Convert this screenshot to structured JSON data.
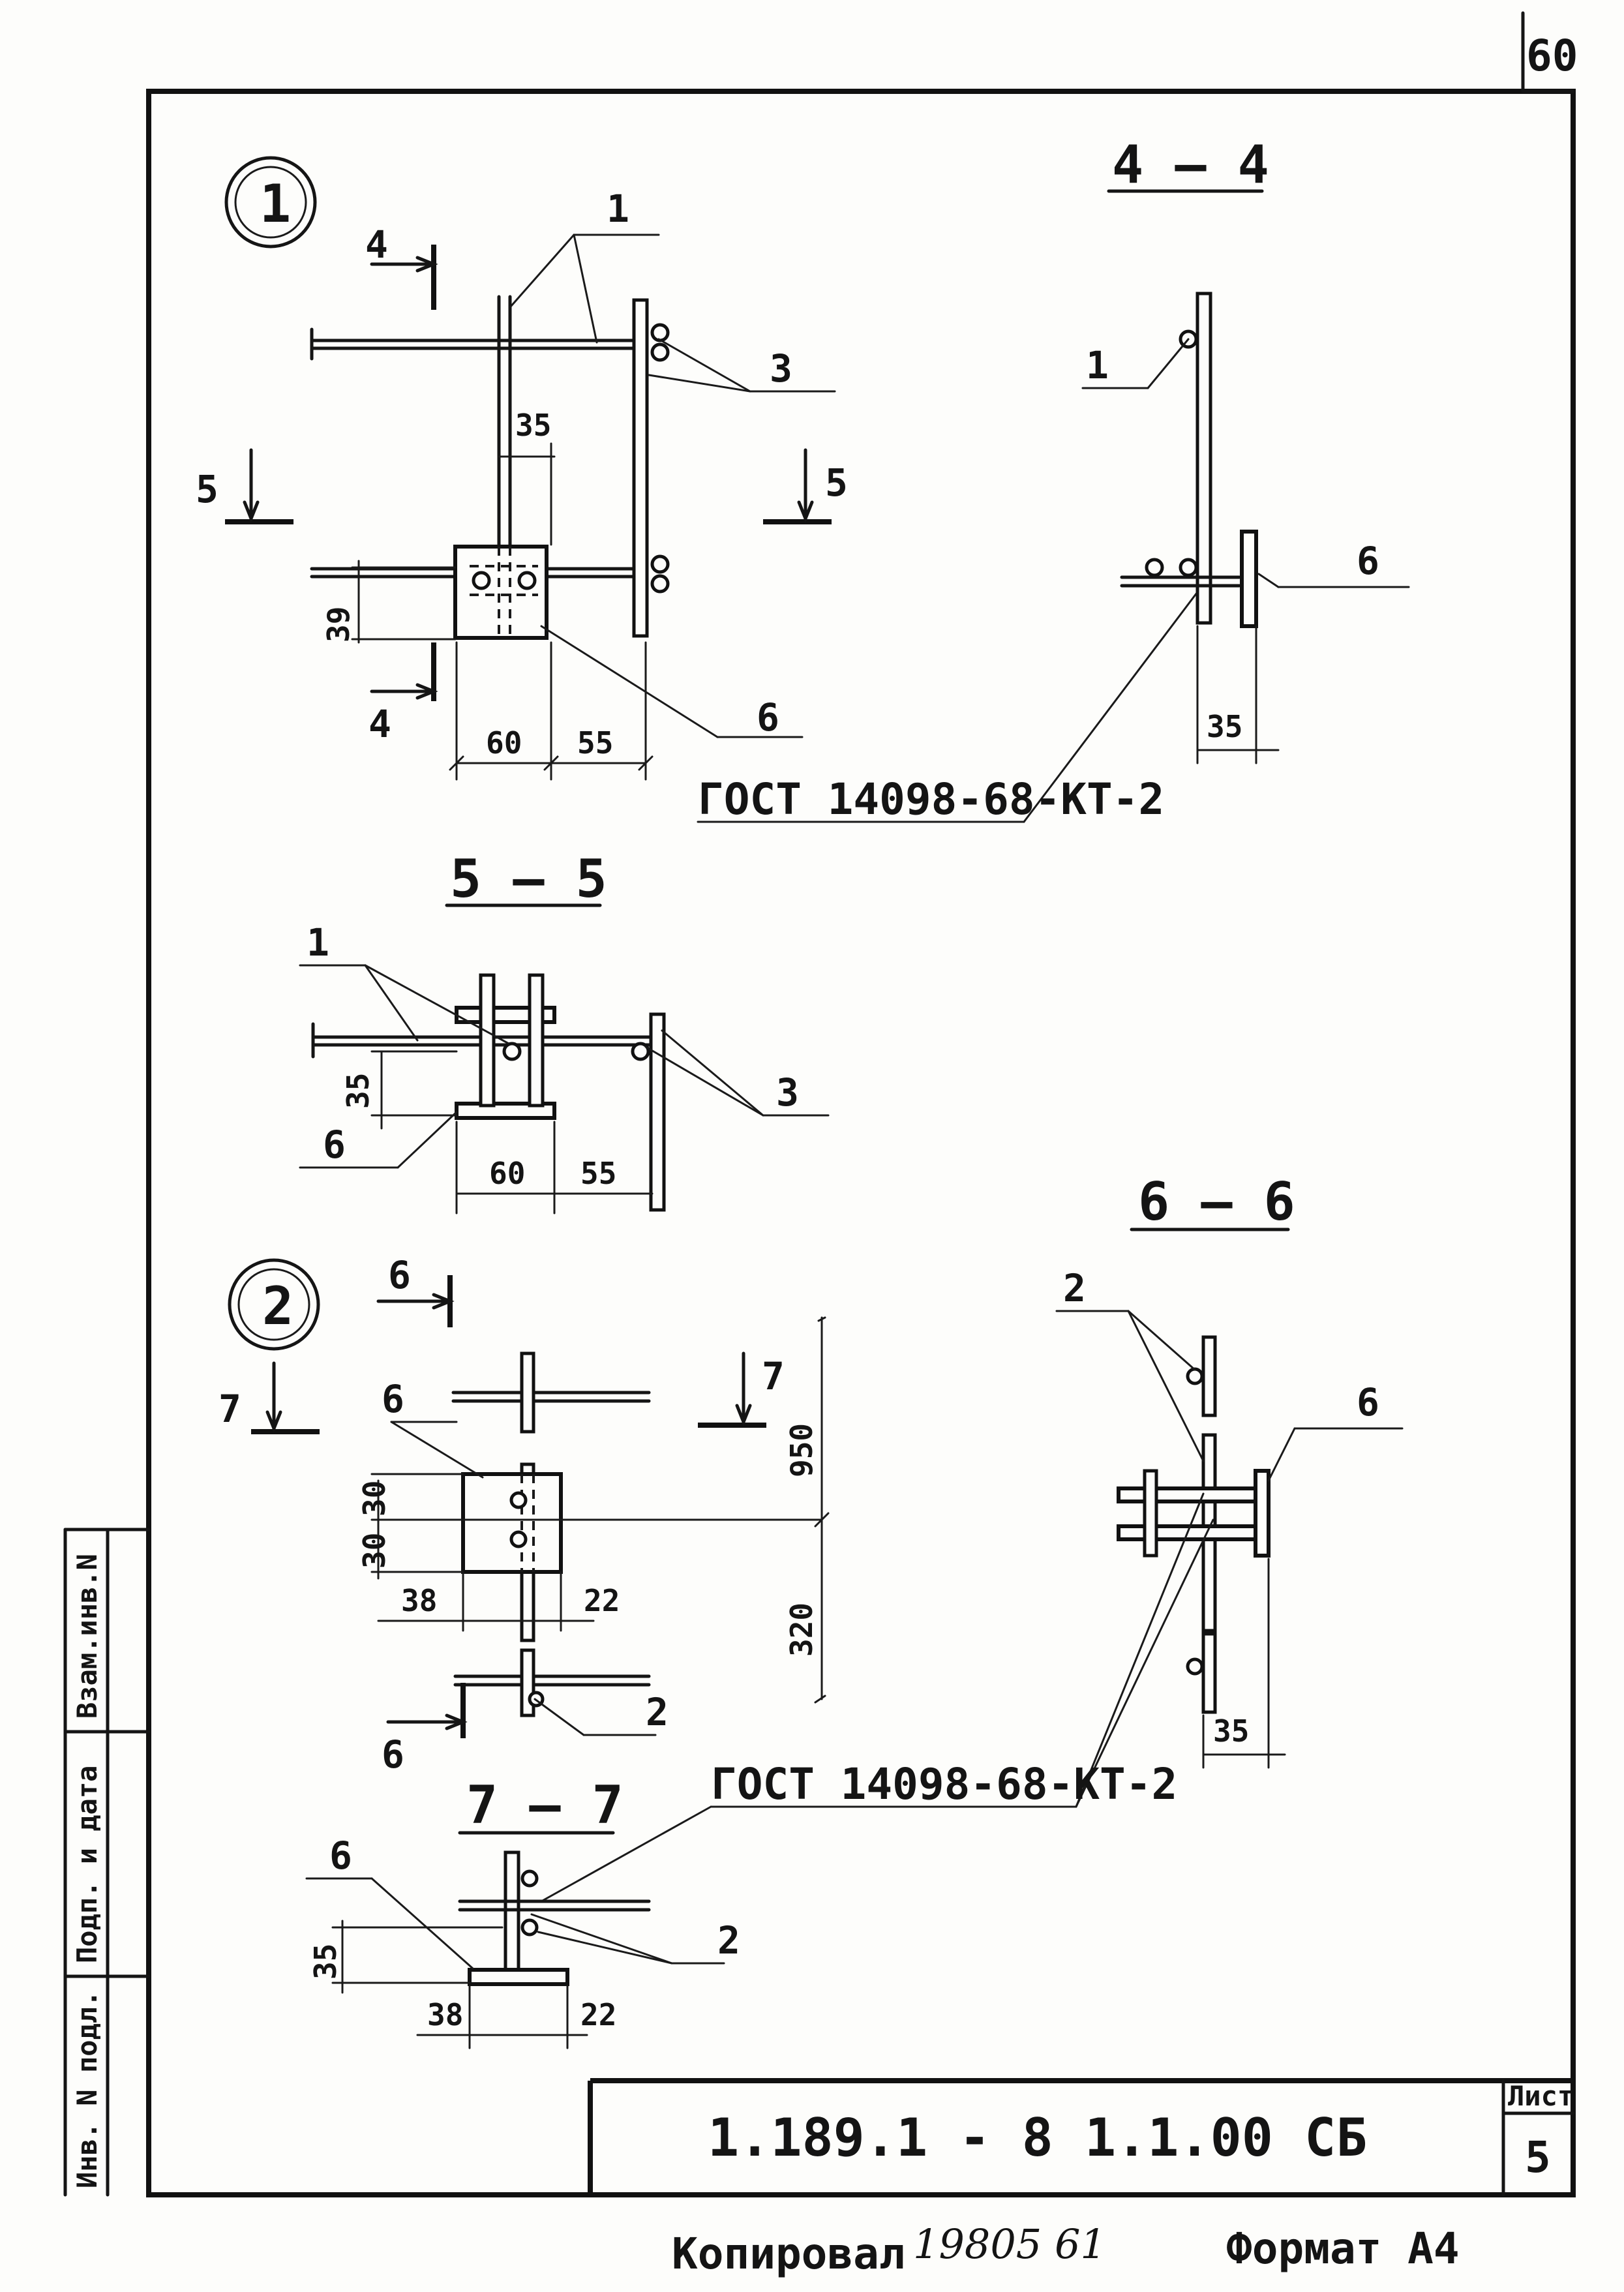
{
  "page_number": "60",
  "node_1": {
    "marker": "1",
    "section_44": "4 — 4",
    "section_55": "5 — 5",
    "cut_4": "4",
    "cut_5": "5",
    "dims": {
      "d35": "35",
      "d39": "39",
      "d60": "60",
      "d55": "55"
    },
    "callouts": {
      "c1": "1",
      "c3": "3",
      "c6": "6"
    },
    "weld_note": "ГОСТ 14098-68-КТ-2"
  },
  "node_2": {
    "marker": "2",
    "section_66": "6 — 6",
    "section_77": "7 — 7",
    "cut_6": "6",
    "cut_7": "7",
    "dims": {
      "d30": "30",
      "d38": "38",
      "d22": "22",
      "d950": "950",
      "d320": "320",
      "d35": "35"
    },
    "callouts": {
      "c2": "2",
      "c6": "6"
    },
    "weld_note": "ГОСТ 14098-68-КТ-2"
  },
  "side_stamp": {
    "inv_podl": "Инв. N подл.",
    "podp_data": "Подп. и дата",
    "vzam_inv": "Взам.инв.N"
  },
  "title_block": {
    "doc_code": "1.189.1 - 8   1.1.00 СБ",
    "sheet_label": "Лист",
    "sheet_number": "5"
  },
  "footer": {
    "copied_label": "Копировал",
    "copied_number": "19805 61",
    "format_label": "Формат А4"
  }
}
